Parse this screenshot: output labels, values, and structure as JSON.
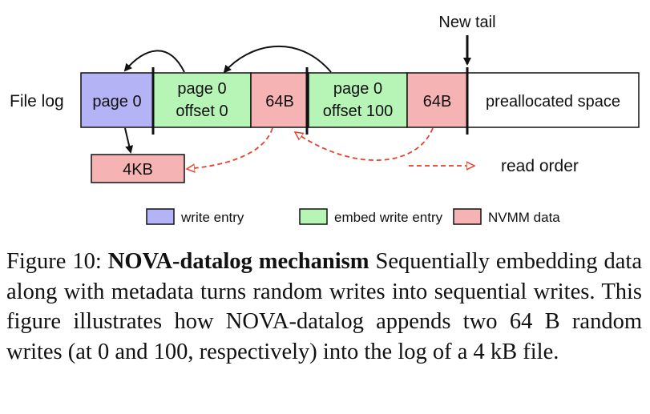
{
  "diagram": {
    "new_tail_label": "New tail",
    "file_log_label": "File log",
    "log_cells": [
      {
        "lines": [
          "page 0"
        ],
        "kind": "write_entry"
      },
      {
        "lines": [
          "page 0",
          "offset 0"
        ],
        "kind": "embed_write_entry"
      },
      {
        "lines": [
          "64B"
        ],
        "kind": "nvmm_data"
      },
      {
        "lines": [
          "page 0",
          "offset 100"
        ],
        "kind": "embed_write_entry"
      },
      {
        "lines": [
          "64B"
        ],
        "kind": "nvmm_data"
      },
      {
        "lines": [
          "preallocated space"
        ],
        "kind": "free"
      }
    ],
    "data_block_label": "4KB",
    "read_order_label": "read order",
    "legend": [
      {
        "label": "write entry",
        "kind": "write_entry"
      },
      {
        "label": "embed write entry",
        "kind": "embed_write_entry"
      },
      {
        "label": "NVMM data",
        "kind": "nvmm_data"
      }
    ],
    "colors": {
      "write_entry": "#b3b3f5",
      "embed_write_entry": "#b7f5b7",
      "nvmm_data": "#f5b3b3",
      "free": "#ffffff",
      "read_arrow": "#e8402a",
      "stroke": "#111111"
    }
  },
  "caption": {
    "prefix": "Figure 10: ",
    "title": "NOVA-datalog mechanism",
    "body": " Sequentially embedding data along with metadata turns random writes into sequential writes. This figure illustrates how NOVA-datalog appends two 64 B random writes (at 0 and 100, respectively) into the log of a 4 kB file."
  }
}
